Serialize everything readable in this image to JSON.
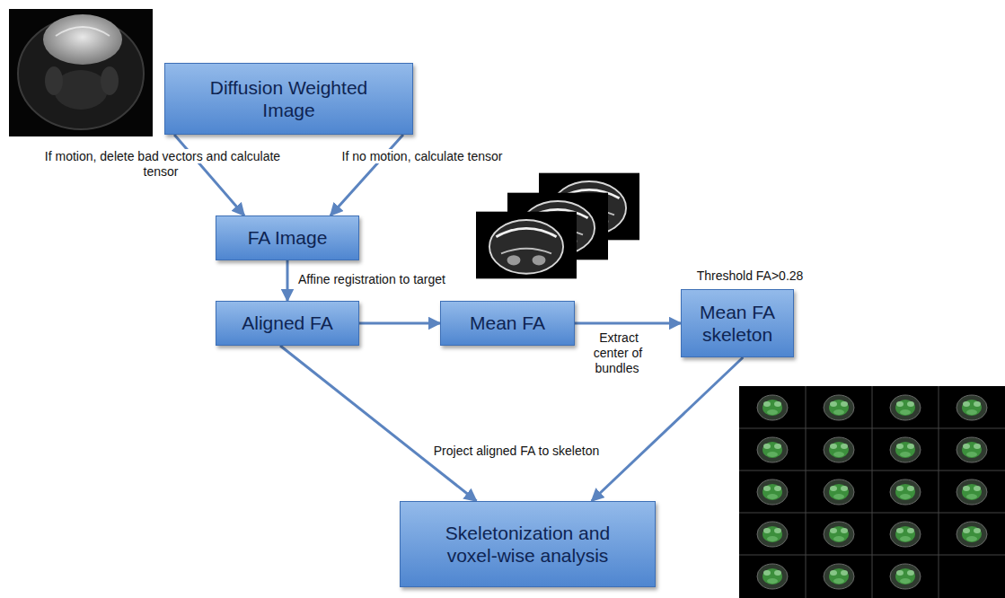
{
  "diagram": {
    "nodes": [
      {
        "text": [
          "Diffusion Weighted Image"
        ]
      },
      {
        "text": [
          "FA Image"
        ]
      },
      {
        "text": [
          "Aligned FA"
        ]
      },
      {
        "text": [
          "Mean FA"
        ]
      },
      {
        "text": [
          "Mean FA skeleton"
        ]
      },
      {
        "text": [
          "Skeletonization and voxel-wise analysis"
        ]
      }
    ],
    "edges": [
      {
        "from": 0,
        "to": 1,
        "arrow": "to",
        "label": "If motion, delete bad vectors and calculate tensor"
      },
      {
        "from": 0,
        "to": 1,
        "arrow": "to",
        "label": "If no motion, calculate tensor"
      },
      {
        "from": 1,
        "to": 2,
        "arrow": "to",
        "label": "Affine registration to target"
      },
      {
        "from": 2,
        "to": 3,
        "arrow": "to"
      },
      {
        "from": 3,
        "to": 4,
        "arrow": "to",
        "label": "Extract center of bundles"
      },
      {
        "from": 2,
        "to": 5,
        "arrow": "to"
      },
      {
        "from": 4,
        "to": 5,
        "arrow": "to"
      }
    ],
    "labels": [
      "Threshold FA>0.28",
      "Project aligned FA to skeleton"
    ]
  }
}
